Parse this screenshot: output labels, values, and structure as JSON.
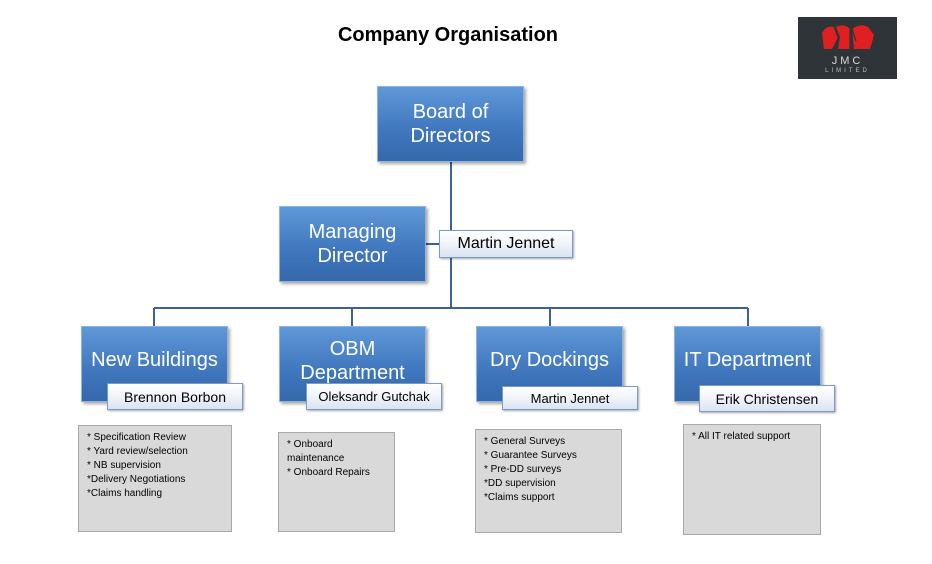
{
  "title": "Company Organisation",
  "logo": {
    "name": "JMC",
    "subtitle": "LIMITED",
    "mark_color": "#e02020",
    "background": "#2f3439"
  },
  "colors": {
    "box_fill": "#4a80c4",
    "line": "#3d6294",
    "note_fill": "#d9d9d9"
  },
  "board": {
    "label": "Board of Directors"
  },
  "managing_director": {
    "label": "Managing Director",
    "person": "Martin Jennet"
  },
  "departments": [
    {
      "label": "New Buildings",
      "head": "Brennon Borbon",
      "responsibilities": [
        "* Specification Review",
        "* Yard review/selection",
        "* NB supervision",
        "*Delivery Negotiations",
        "*Claims handling"
      ]
    },
    {
      "label": "OBM Department",
      "head": "Oleksandr Gutchak",
      "responsibilities": [
        "* Onboard",
        "maintenance",
        "* Onboard Repairs"
      ]
    },
    {
      "label": "Dry Dockings",
      "head": "Martin Jennet",
      "responsibilities": [
        "* General Surveys",
        "* Guarantee Surveys",
        "* Pre-DD surveys",
        "*DD supervision",
        "*Claims support"
      ]
    },
    {
      "label": "IT Department",
      "head": "Erik Christensen",
      "responsibilities": [
        "* All IT related support"
      ]
    }
  ]
}
